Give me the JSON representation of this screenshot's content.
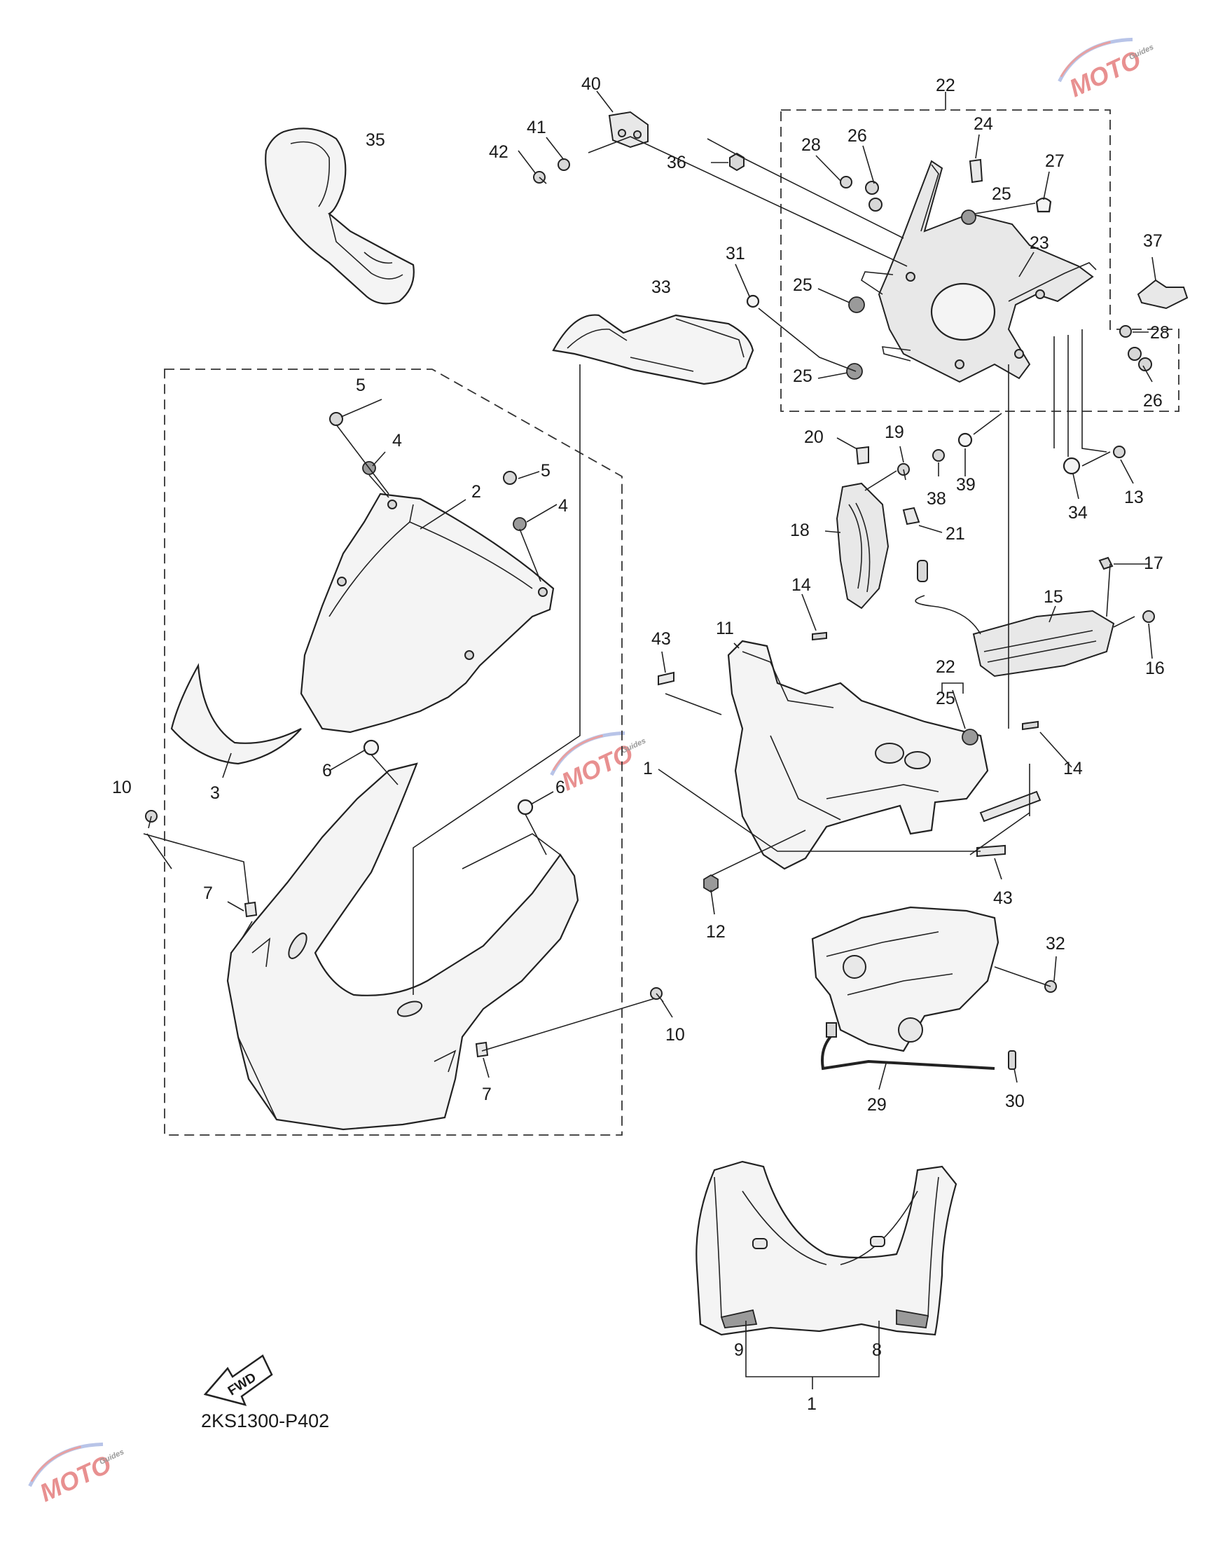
{
  "diagram_code": "2KS1300-P402",
  "fwd_label": "FWD",
  "watermark": {
    "text": "MOTO",
    "subtext": "Guides"
  },
  "callouts": {
    "c1a": "1",
    "c1b": "1",
    "c2": "2",
    "c3": "3",
    "c4a": "4",
    "c4b": "4",
    "c5a": "5",
    "c5b": "5",
    "c6a": "6",
    "c6b": "6",
    "c7a": "7",
    "c7b": "7",
    "c8": "8",
    "c9": "9",
    "c10a": "10",
    "c10b": "10",
    "c11": "11",
    "c12": "12",
    "c13": "13",
    "c14a": "14",
    "c14b": "14",
    "c15": "15",
    "c16": "16",
    "c17": "17",
    "c18": "18",
    "c19": "19",
    "c20": "20",
    "c21": "21",
    "c22a": "22",
    "c22b": "22",
    "c23": "23",
    "c24": "24",
    "c25a": "25",
    "c25b": "25",
    "c25c": "25",
    "c25d": "25",
    "c26a": "26",
    "c26b": "26",
    "c27": "27",
    "c28a": "28",
    "c28b": "28",
    "c29": "29",
    "c30": "30",
    "c31": "31",
    "c32": "32",
    "c33": "33",
    "c34": "34",
    "c35": "35",
    "c36": "36",
    "c37": "37",
    "c38": "38",
    "c39": "39",
    "c40": "40",
    "c41": "41",
    "c42": "42",
    "c43a": "43",
    "c43b": "43"
  }
}
